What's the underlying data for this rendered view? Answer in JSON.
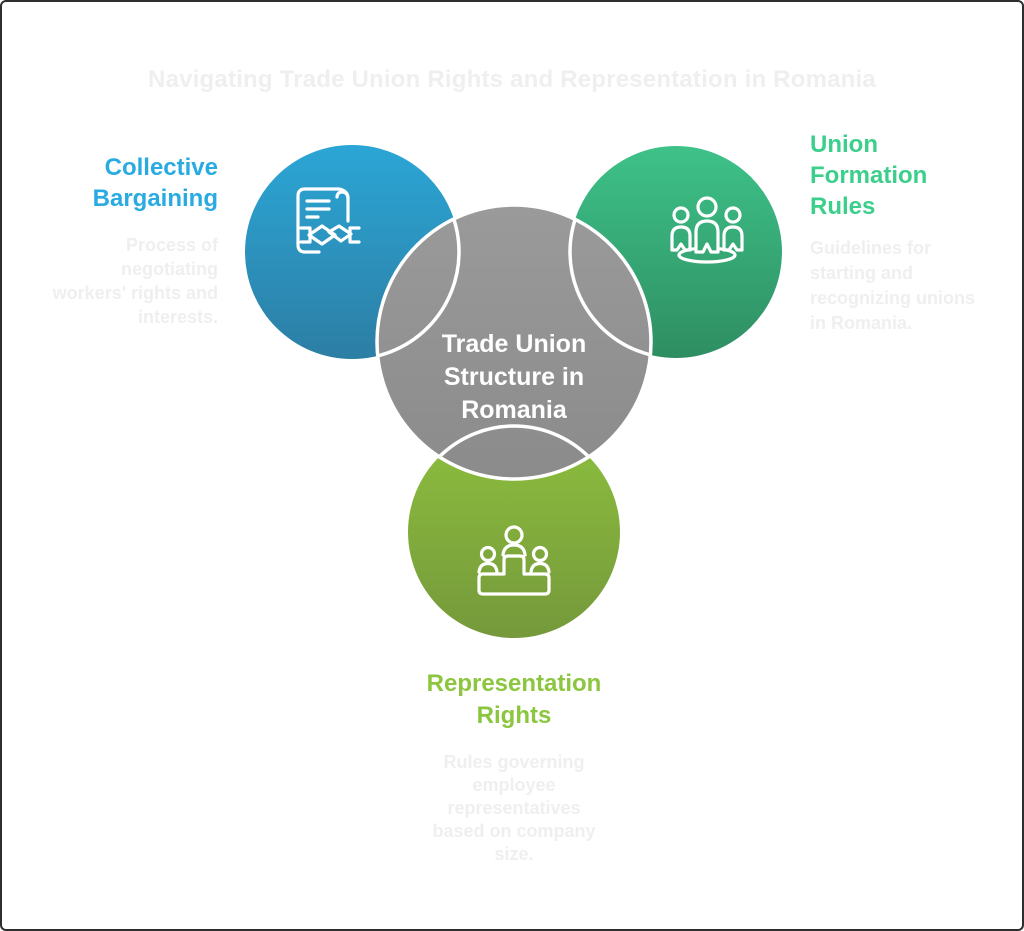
{
  "title": "Navigating Trade Union Rights and Representation in Romania",
  "title_color": "#EFEFEF",
  "description_text_color": "#EFEFEF",
  "center": {
    "label": "Trade Union Structure in Romania",
    "circle_top": "#9A9A9A",
    "circle_bottom": "#8B8B8B",
    "outline_color": "#FFFFFF"
  },
  "nodes": [
    {
      "id": "collective-bargaining",
      "heading": "Collective Bargaining",
      "description": "Process of negotiating workers' rights and interests.",
      "heading_color": "#29ABE2",
      "circle_top": "#2BA6D6",
      "circle_bottom": "#2C7EA4",
      "icon": "contract-handshake-icon"
    },
    {
      "id": "union-formation-rules",
      "heading": "Union Formation Rules",
      "description": "Guidelines for starting and recognizing unions in Romania.",
      "heading_color": "#3CCF8C",
      "circle_top": "#3EC289",
      "circle_bottom": "#2E8E62",
      "icon": "people-group-icon"
    },
    {
      "id": "representation-rights",
      "heading": "Representation Rights",
      "description": "Rules governing employee representatives based on company size.",
      "heading_color": "#8CC63F",
      "circle_top": "#8DBF3E",
      "circle_bottom": "#75993B",
      "icon": "committee-podium-icon"
    }
  ]
}
